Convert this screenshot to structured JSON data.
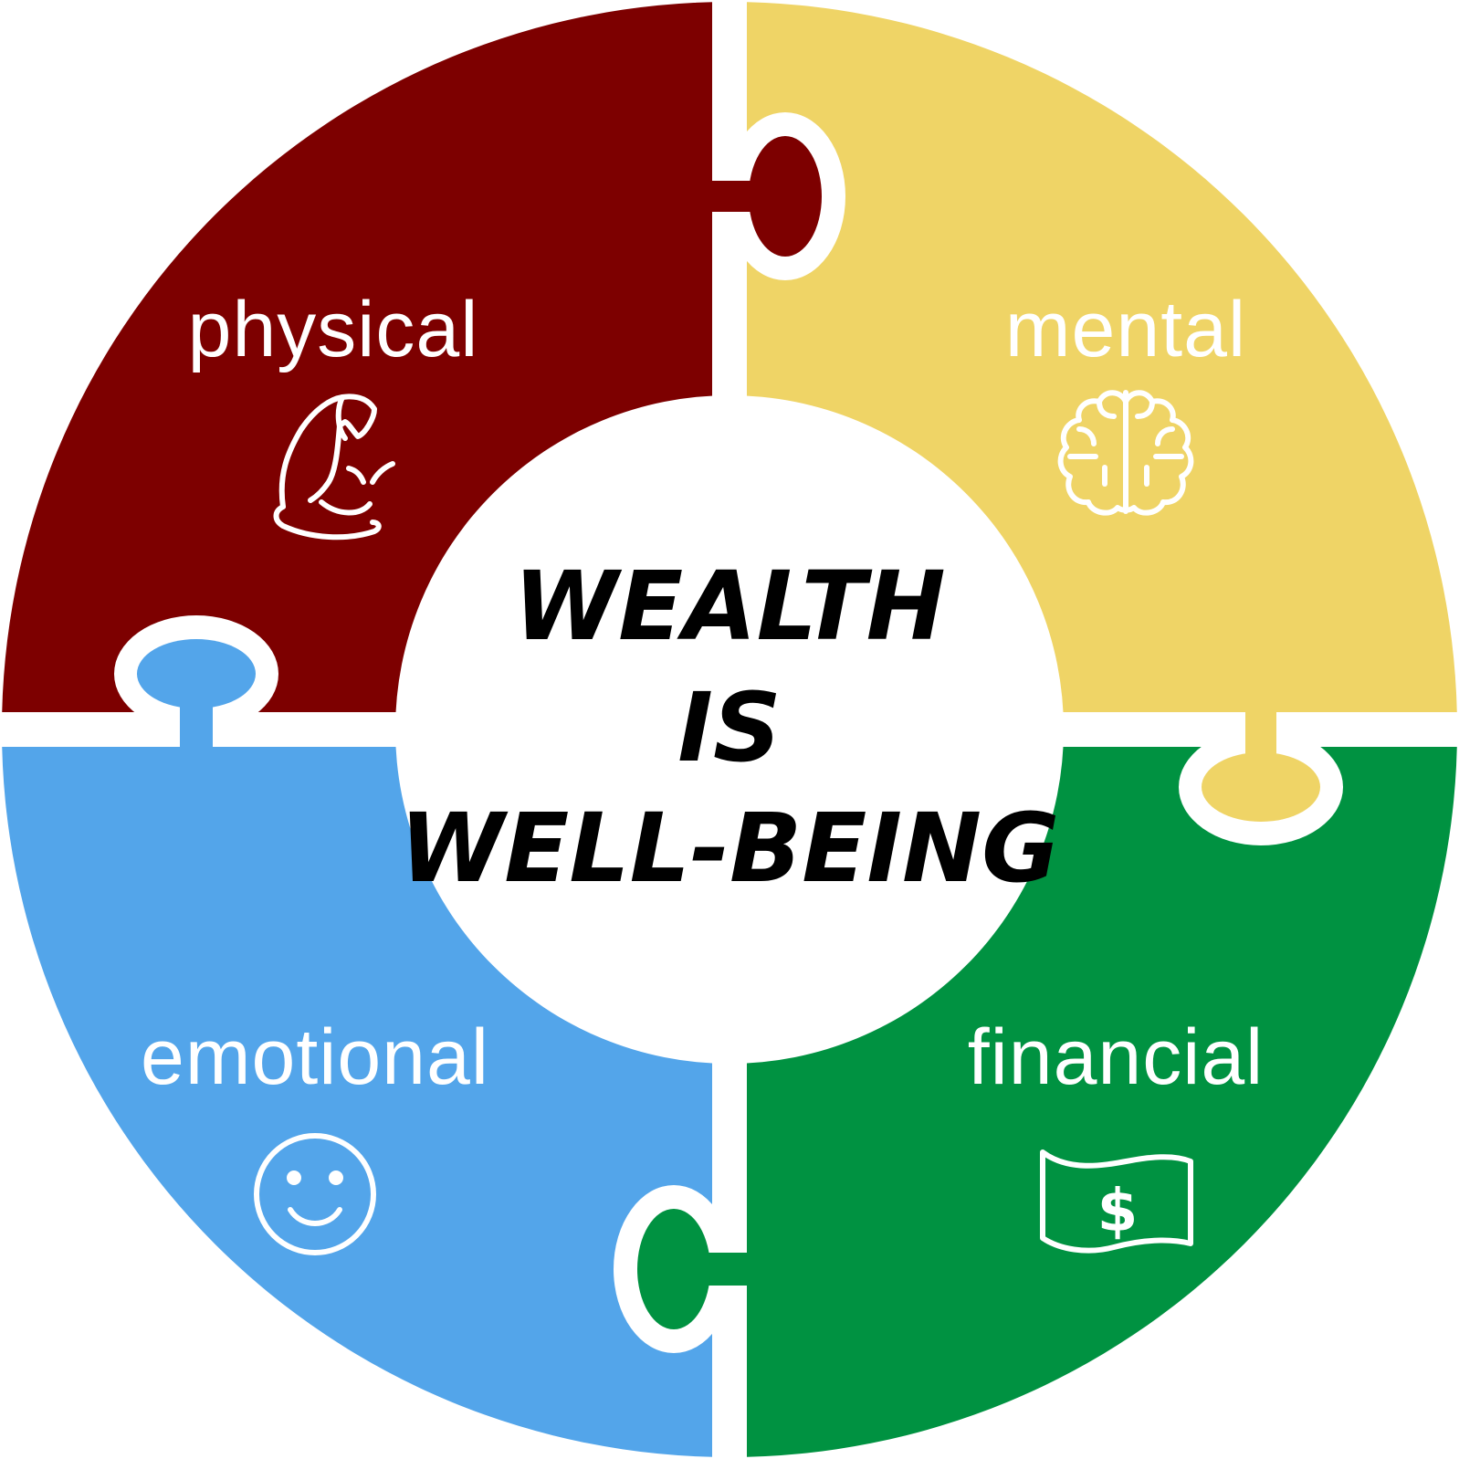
{
  "title": {
    "line1": "WEALTH",
    "line2": "IS",
    "line3": "WELL-BEING"
  },
  "quadrants": {
    "physical": {
      "label": "physical",
      "color": "#7d0000",
      "icon": "flexed-bicep-icon"
    },
    "mental": {
      "label": "mental",
      "color": "#efd466",
      "icon": "brain-icon"
    },
    "emotional": {
      "label": "emotional",
      "color": "#53a5ea",
      "icon": "smiley-face-icon"
    },
    "financial": {
      "label": "financial",
      "color": "#009241",
      "icon": "dollar-bill-icon"
    }
  },
  "colors": {
    "separator": "#ffffff",
    "center": "#ffffff",
    "text_light": "#ffffff",
    "text_dark": "#000000"
  }
}
